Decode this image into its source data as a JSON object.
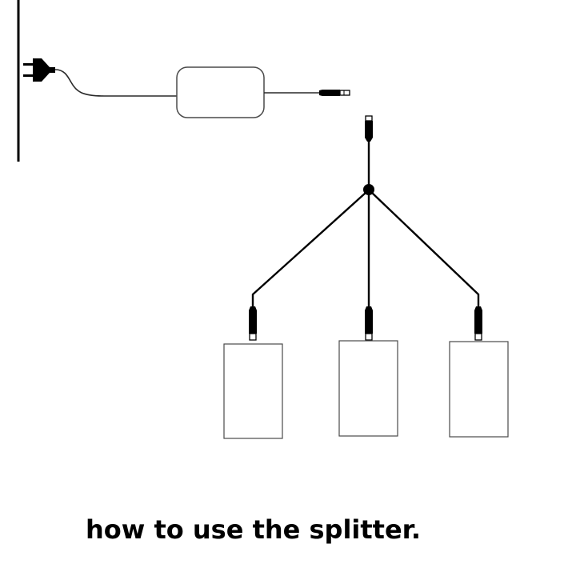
{
  "caption": "how to use the splitter.",
  "colors": {
    "line": "#000000",
    "outline": "#4a4a4a",
    "background": "#ffffff"
  },
  "icons": [
    "wall-outlet",
    "plug-icon",
    "power-adapter",
    "dc-plug",
    "splitter-cable",
    "dc-connector",
    "device-box"
  ]
}
